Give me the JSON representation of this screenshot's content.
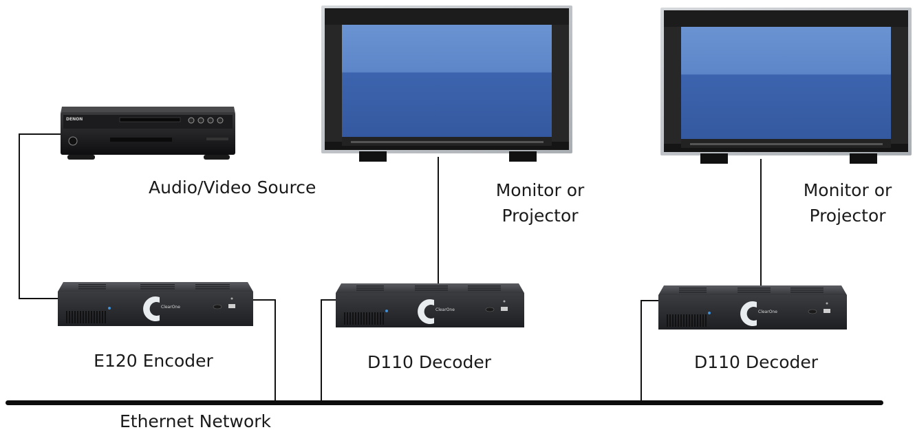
{
  "devices": {
    "source": {
      "label": "Audio/Video Source",
      "brand": "DENON"
    },
    "encoder": {
      "label": "E120 Encoder",
      "brand": "ClearOne"
    },
    "decoder_1": {
      "label": "D110 Decoder",
      "brand": "ClearOne"
    },
    "decoder_2": {
      "label": "D110 Decoder",
      "brand": "ClearOne"
    },
    "monitor_1": {
      "label_line1": "Monitor  or",
      "label_line2": "Projector"
    },
    "monitor_2": {
      "label_line1": "Monitor  or",
      "label_line2": "Projector"
    }
  },
  "network": {
    "label": "Ethernet Network"
  },
  "colors": {
    "line": "#111111",
    "device_body": "#2b2c2f",
    "screen_blue": "#3d65ad",
    "screen_blue_light": "#5b85c8",
    "monitor_bezel": "#bfc3c7",
    "logo_blue": "#3f8fd6"
  }
}
